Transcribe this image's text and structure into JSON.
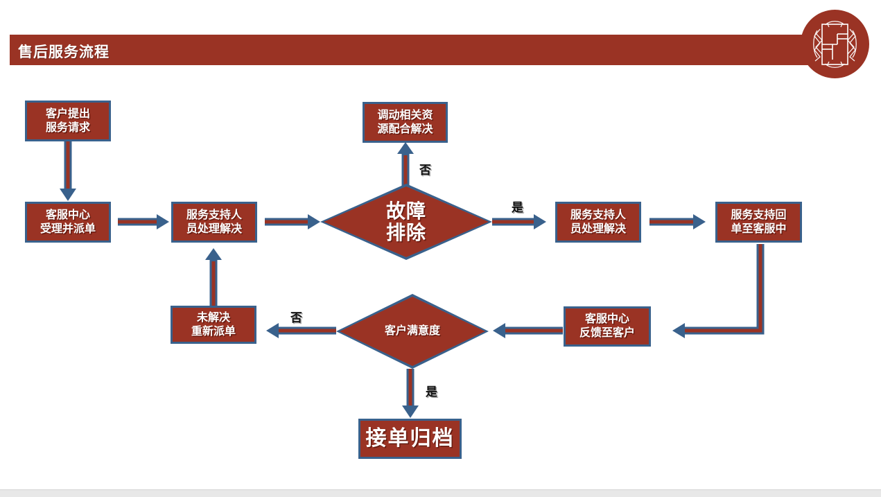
{
  "header": {
    "title": "售后服务流程",
    "bar_color": "#9A3324",
    "logo": {
      "name": "company-emblem",
      "circle_color": "#9A3324",
      "mark_color": "#FFFFFF"
    }
  },
  "theme": {
    "node_fill": "#9A3324",
    "node_border": "#39618C",
    "node_text": "#FFFFFF",
    "connector_outline": "#39618C",
    "connector_fill": "#9A3324",
    "canvas": "#FFFFFF"
  },
  "flowchart": {
    "type": "flowchart",
    "title": "售后服务流程",
    "nodes": [
      {
        "id": "n1",
        "shape": "rect",
        "label": "客户提出\n服务请求"
      },
      {
        "id": "n2",
        "shape": "rect",
        "label": "客服中心\n受理并派单"
      },
      {
        "id": "n3",
        "shape": "rect",
        "label": "服务支持人\n员处理解决"
      },
      {
        "id": "n4",
        "shape": "diamond",
        "label": "故障\n排除"
      },
      {
        "id": "n5",
        "shape": "rect",
        "label": "调动相关资\n源配合解决"
      },
      {
        "id": "n6",
        "shape": "rect",
        "label": "服务支持人\n员处理解决"
      },
      {
        "id": "n7",
        "shape": "rect",
        "label": "服务支持回\n单至客服中"
      },
      {
        "id": "n8",
        "shape": "rect",
        "label": "客服中心\n反馈至客户"
      },
      {
        "id": "n9",
        "shape": "diamond",
        "label": "客户满意度"
      },
      {
        "id": "n10",
        "shape": "rect",
        "label": "未解决\n重新派单"
      },
      {
        "id": "n11",
        "shape": "rect",
        "label": "接单归档"
      }
    ],
    "edges": [
      {
        "from": "n1",
        "to": "n2",
        "label": ""
      },
      {
        "from": "n2",
        "to": "n3",
        "label": ""
      },
      {
        "from": "n3",
        "to": "n4",
        "label": ""
      },
      {
        "from": "n4",
        "to": "n5",
        "label": "否"
      },
      {
        "from": "n4",
        "to": "n6",
        "label": "是"
      },
      {
        "from": "n6",
        "to": "n7",
        "label": ""
      },
      {
        "from": "n7",
        "to": "n8",
        "label": ""
      },
      {
        "from": "n8",
        "to": "n9",
        "label": ""
      },
      {
        "from": "n9",
        "to": "n10",
        "label": "否"
      },
      {
        "from": "n9",
        "to": "n11",
        "label": "是"
      },
      {
        "from": "n10",
        "to": "n3",
        "label": ""
      }
    ],
    "branch_labels": {
      "fault_no": "否",
      "fault_yes": "是",
      "satisfaction_no": "否",
      "satisfaction_yes": "是"
    }
  }
}
